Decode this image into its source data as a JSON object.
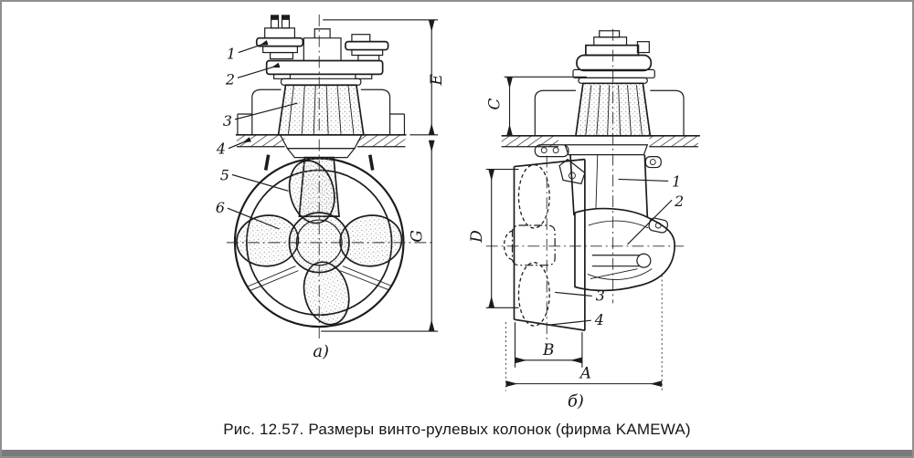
{
  "page": {
    "caption": "Рис. 12.57. Размеры винто-рулевых колонок (фирма KAMEWA)"
  },
  "figure_a": {
    "sublabel": "а)",
    "parts": [
      "1",
      "2",
      "3",
      "4",
      "5",
      "6"
    ],
    "dims": {
      "E": "E",
      "G": "G"
    }
  },
  "figure_b": {
    "sublabel": "б)",
    "parts": [
      "1",
      "2",
      "3",
      "4"
    ],
    "dims": {
      "C": "C",
      "D": "D",
      "B": "B",
      "A": "A"
    }
  },
  "colors": {
    "ink": "#1c1c1c",
    "paper": "#ffffff",
    "frame_border": "#8f8f8f",
    "bottom_strip": "#7a7a7a"
  }
}
